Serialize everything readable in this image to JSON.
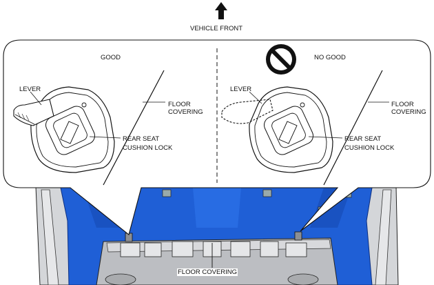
{
  "header": {
    "direction_label": "VEHICLE FRONT"
  },
  "panels": {
    "good": {
      "status": "GOOD",
      "lever_label": "LEVER",
      "floor_label_line1": "FLOOR",
      "floor_label_line2": "COVERING",
      "lock_label_line1": "REAR SEAT",
      "lock_label_line2": "CUSHION LOCK"
    },
    "no_good": {
      "status": "NO GOOD",
      "lever_label": "LEVER",
      "floor_label_line1": "FLOOR",
      "floor_label_line2": "COVERING",
      "lock_label_line1": "REAR SEAT",
      "lock_label_line2": "CUSHION LOCK"
    }
  },
  "bottom": {
    "floor_label": "FLOOR COVERING"
  },
  "colors": {
    "body_blue": "#1f5fd6",
    "body_blue_dark": "#0d3a9a",
    "metal_gray": "#bcbec2",
    "outline": "#111111"
  },
  "icons": {
    "no_good_symbol": "prohibition-icon",
    "front_arrow": "up-arrow-icon"
  }
}
